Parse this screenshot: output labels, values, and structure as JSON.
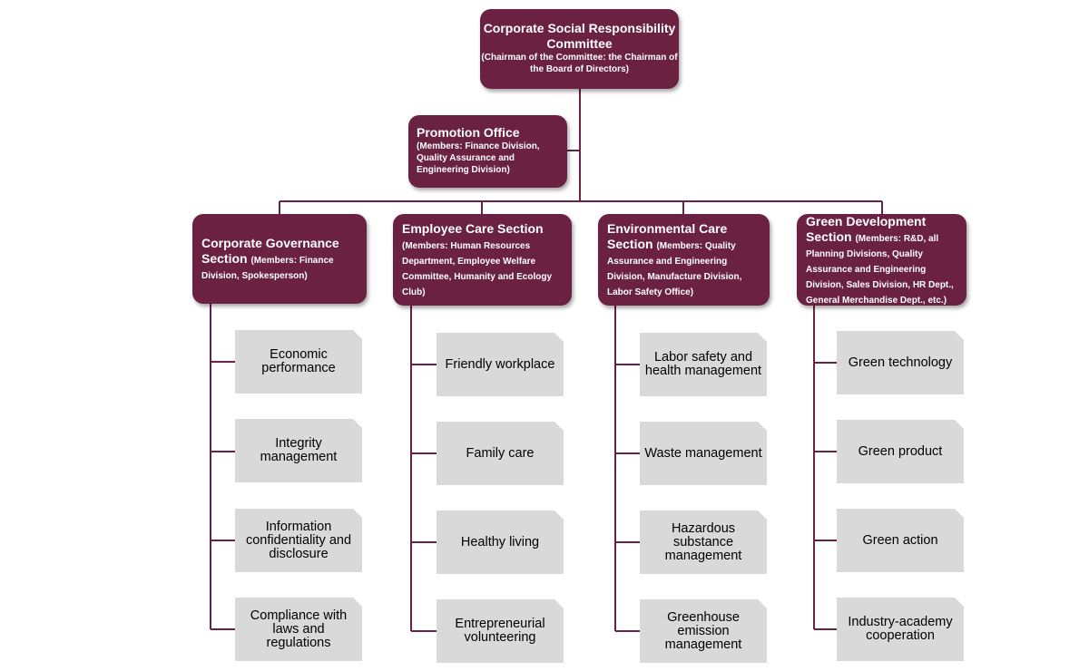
{
  "top": {
    "title": "Corporate Social Responsibility Committee",
    "members": "(Chairman of the Committee: the Chairman of the Board of Directors)"
  },
  "promotion": {
    "title": "Promotion Office",
    "members": "(Members: Finance Division, Quality Assurance and Engineering Division)"
  },
  "sections": [
    {
      "title": "Corporate Governance Section",
      "members": "(Members: Finance Division, Spokesperson)",
      "items": [
        "Economic performance",
        "Integrity management",
        "Information confidentiality and disclosure",
        "Compliance with laws and regulations"
      ]
    },
    {
      "title": "Employee Care Section",
      "members": "(Members: Human Resources Department, Employee Welfare Committee, Humanity and Ecology Club)",
      "items": [
        "Friendly workplace",
        "Family care",
        "Healthy living",
        "Entrepreneurial volunteering"
      ]
    },
    {
      "title": "Environmental Care Section",
      "members": "(Members: Quality Assurance and Engineering Division, Manufacture Division, Labor Safety Office)",
      "items": [
        "Labor safety and health management",
        "Waste management",
        "Hazardous substance management",
        "Greenhouse emission management"
      ]
    },
    {
      "title": "Green Development Section",
      "members": "(Members: R&D, all Planning Divisions, Quality Assurance and Engineering Division, Sales Division, HR Dept., General Merchandise Dept., etc.)",
      "items": [
        "Green technology",
        "Green product",
        "Green action",
        "Industry-academy cooperation"
      ]
    }
  ],
  "colors": {
    "box": "#6b2142",
    "item": "#d9d9d9",
    "line": "#6b2142"
  }
}
